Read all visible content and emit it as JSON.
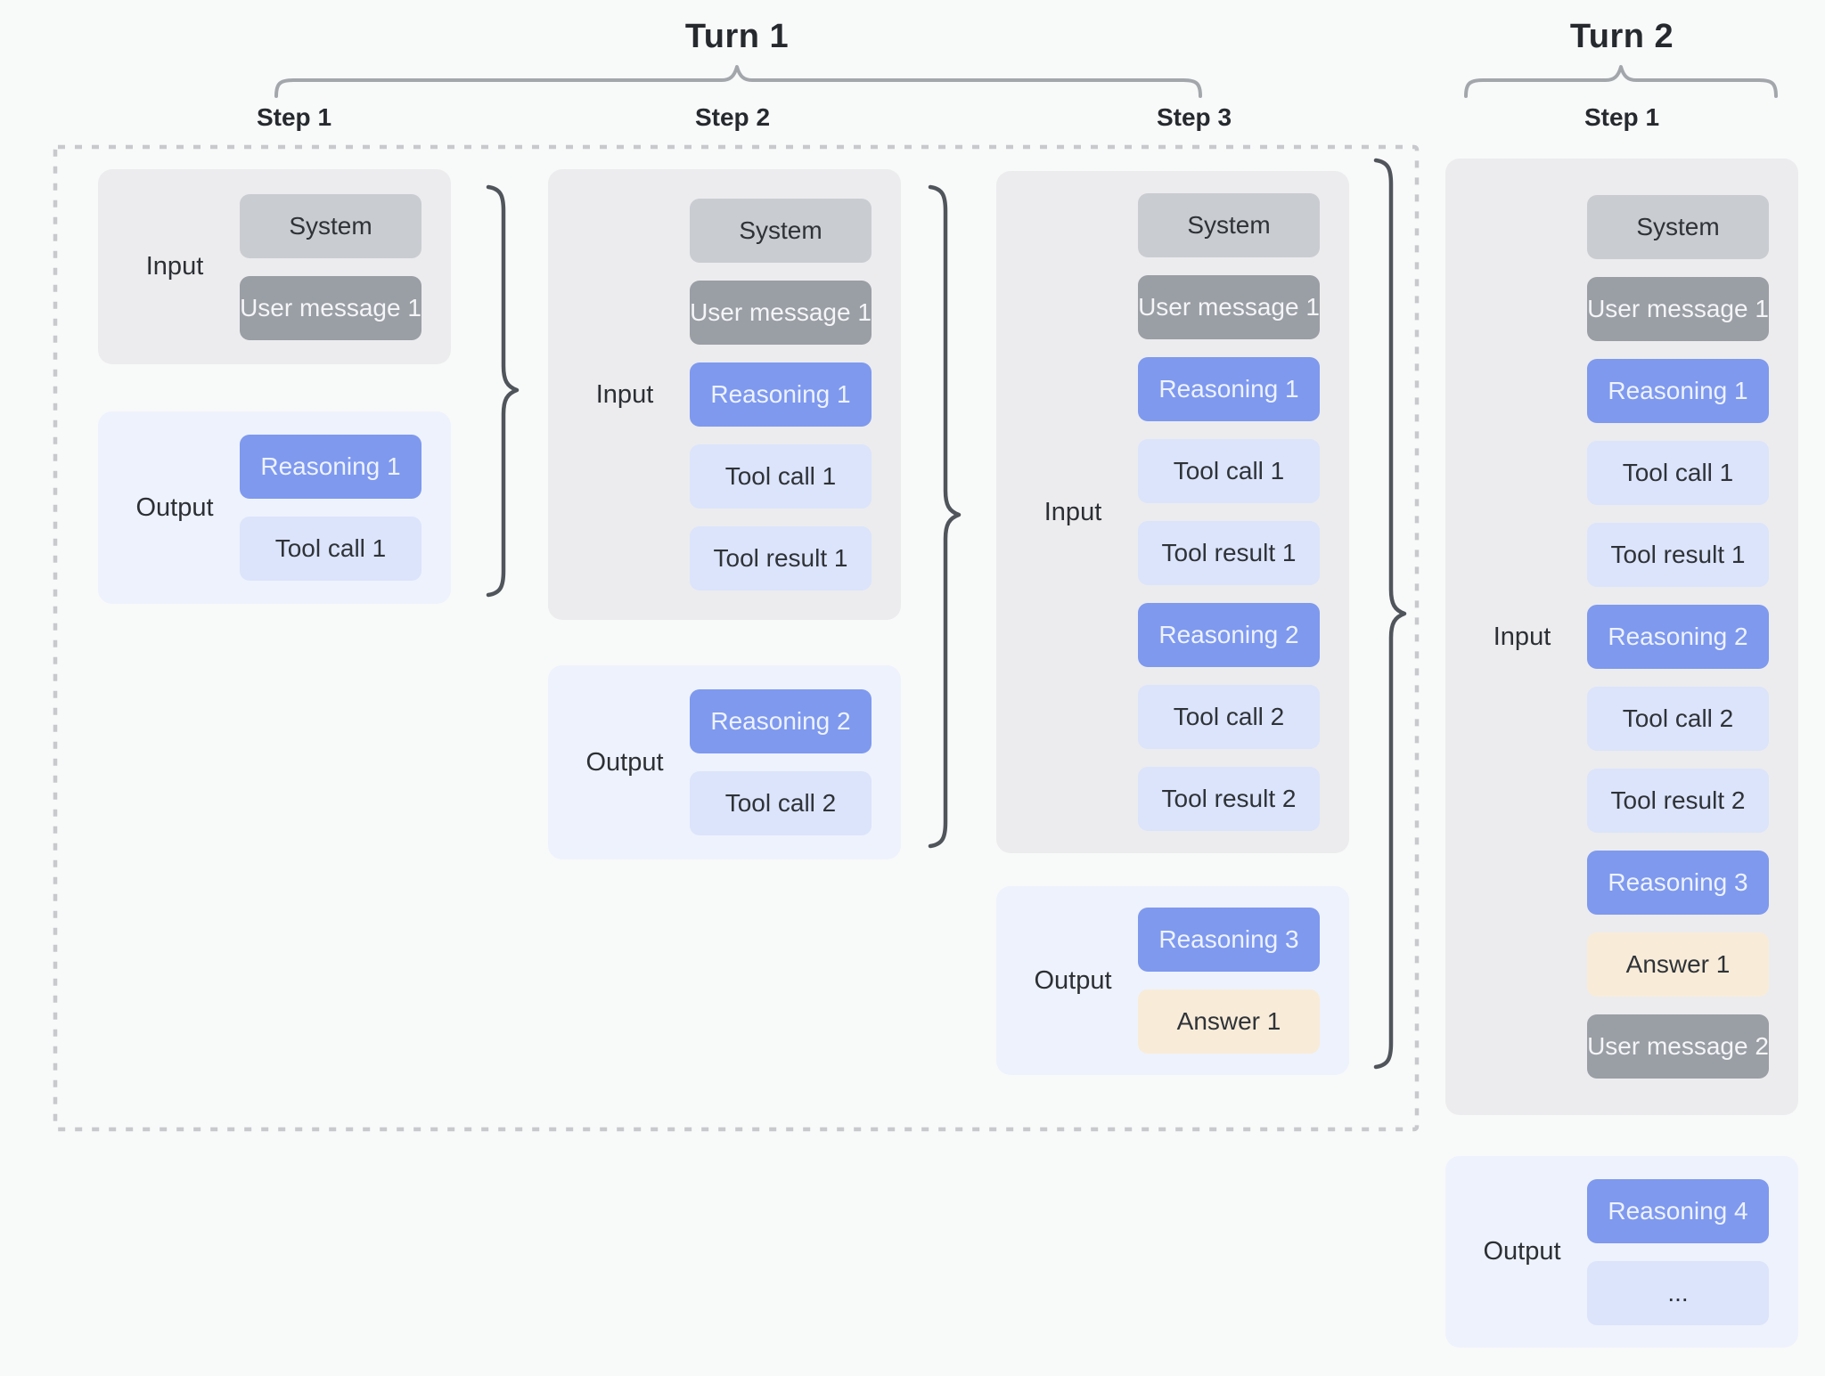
{
  "titles": {
    "turn1": "Turn 1",
    "turn2": "Turn 2"
  },
  "labels": {
    "input": "Input",
    "output": "Output"
  },
  "colors": {
    "background": "#f8f9f9",
    "input_box": "#ececee",
    "output_box": "#eef2fc",
    "chip_system_bg": "#c9ccd1",
    "chip_system_text": "#2f3338",
    "chip_user_bg": "#9a9ea5",
    "chip_user_text": "#f4f5f7",
    "chip_reasoning_bg": "#7e99ee",
    "chip_reasoning_text": "#eef2fe",
    "chip_tool_bg": "#dbe4fb",
    "chip_tool_text": "#2f3338",
    "chip_answer_bg": "#f8ecd9",
    "chip_answer_text": "#2f3338",
    "vertical_brace": "#50555c",
    "horizontal_brace": "#a3a7ac",
    "dashed_border": "#c7c9cc",
    "heading_text": "#26292e",
    "label_text": "#2c3034"
  },
  "columns": [
    {
      "turn": "Turn 1",
      "step_label": "Step 1",
      "input": {
        "label": "Input",
        "chips": [
          {
            "text": "System",
            "type": "system"
          },
          {
            "text": "User message 1",
            "type": "user"
          }
        ]
      },
      "output": {
        "label": "Output",
        "chips": [
          {
            "text": "Reasoning 1",
            "type": "reasoning"
          },
          {
            "text": "Tool call 1",
            "type": "tool"
          }
        ]
      }
    },
    {
      "turn": "Turn 1",
      "step_label": "Step 2",
      "input": {
        "label": "Input",
        "chips": [
          {
            "text": "System",
            "type": "system"
          },
          {
            "text": "User message 1",
            "type": "user"
          },
          {
            "text": "Reasoning 1",
            "type": "reasoning"
          },
          {
            "text": "Tool call 1",
            "type": "tool"
          },
          {
            "text": "Tool result 1",
            "type": "tool"
          }
        ]
      },
      "output": {
        "label": "Output",
        "chips": [
          {
            "text": "Reasoning 2",
            "type": "reasoning"
          },
          {
            "text": "Tool call 2",
            "type": "tool"
          }
        ]
      }
    },
    {
      "turn": "Turn 1",
      "step_label": "Step 3",
      "input": {
        "label": "Input",
        "chips": [
          {
            "text": "System",
            "type": "system"
          },
          {
            "text": "User message 1",
            "type": "user"
          },
          {
            "text": "Reasoning 1",
            "type": "reasoning"
          },
          {
            "text": "Tool call 1",
            "type": "tool"
          },
          {
            "text": "Tool result 1",
            "type": "tool"
          },
          {
            "text": "Reasoning 2",
            "type": "reasoning"
          },
          {
            "text": "Tool call 2",
            "type": "tool"
          },
          {
            "text": "Tool result 2",
            "type": "tool"
          }
        ]
      },
      "output": {
        "label": "Output",
        "chips": [
          {
            "text": "Reasoning 3",
            "type": "reasoning"
          },
          {
            "text": "Answer 1",
            "type": "answer"
          }
        ]
      }
    },
    {
      "turn": "Turn 2",
      "step_label": "Step 1",
      "input": {
        "label": "Input",
        "chips": [
          {
            "text": "System",
            "type": "system"
          },
          {
            "text": "User message 1",
            "type": "user"
          },
          {
            "text": "Reasoning 1",
            "type": "reasoning"
          },
          {
            "text": "Tool call 1",
            "type": "tool"
          },
          {
            "text": "Tool result 1",
            "type": "tool"
          },
          {
            "text": "Reasoning 2",
            "type": "reasoning"
          },
          {
            "text": "Tool call 2",
            "type": "tool"
          },
          {
            "text": "Tool result 2",
            "type": "tool"
          },
          {
            "text": "Reasoning 3",
            "type": "reasoning"
          },
          {
            "text": "Answer 1",
            "type": "answer"
          },
          {
            "text": "User message 2",
            "type": "user"
          }
        ]
      },
      "output": {
        "label": "Output",
        "chips": [
          {
            "text": "Reasoning 4",
            "type": "reasoning"
          },
          {
            "text": "...",
            "type": "ellipsis"
          }
        ]
      }
    }
  ]
}
